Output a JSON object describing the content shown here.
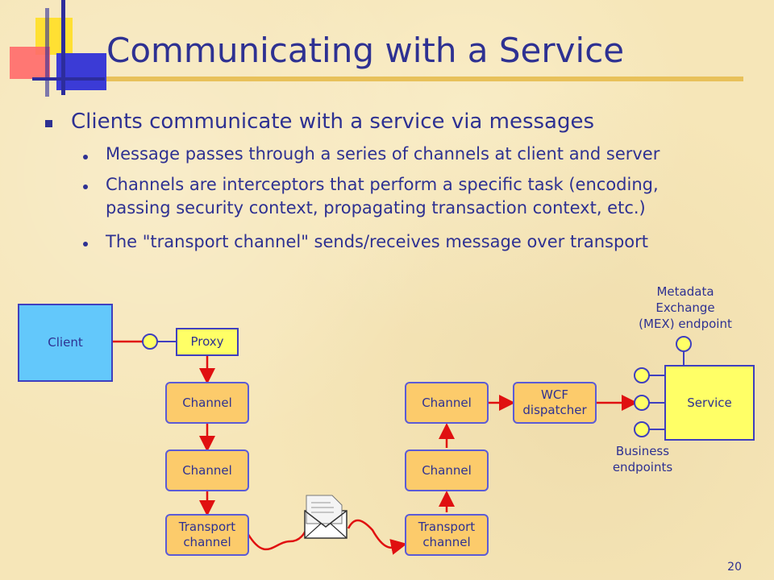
{
  "slide": {
    "title": "Communicating with a Service",
    "bullet": "Clients communicate with a service via messages",
    "subbullets": [
      "Message passes through a series of channels at client and server",
      "Channels are interceptors that perform a specific task (encoding,",
      "passing security context, propagating transaction context, etc.)",
      "The \"transport channel\" sends/receives message over transport"
    ],
    "page_number": "20"
  },
  "diagram": {
    "client": "Client",
    "proxy": "Proxy",
    "client_channel_1": "Channel",
    "client_channel_2": "Channel",
    "client_transport_line1": "Transport",
    "client_transport_line2": "channel",
    "server_channel_1": "Channel",
    "server_channel_2": "Channel",
    "server_transport_line1": "Transport",
    "server_transport_line2": "channel",
    "dispatcher_line1": "WCF",
    "dispatcher_line2": "dispatcher",
    "service": "Service",
    "mex_line1": "Metadata",
    "mex_line2": "Exchange",
    "mex_line3": "(MEX) endpoint",
    "business_line1": "Business",
    "business_line2": "endpoints"
  },
  "colors": {
    "title": "#2e3192",
    "client_box": "#63c8fb",
    "channel_box": "#fccb6b",
    "service_box": "#ffff66",
    "arrow": "#e01010"
  }
}
